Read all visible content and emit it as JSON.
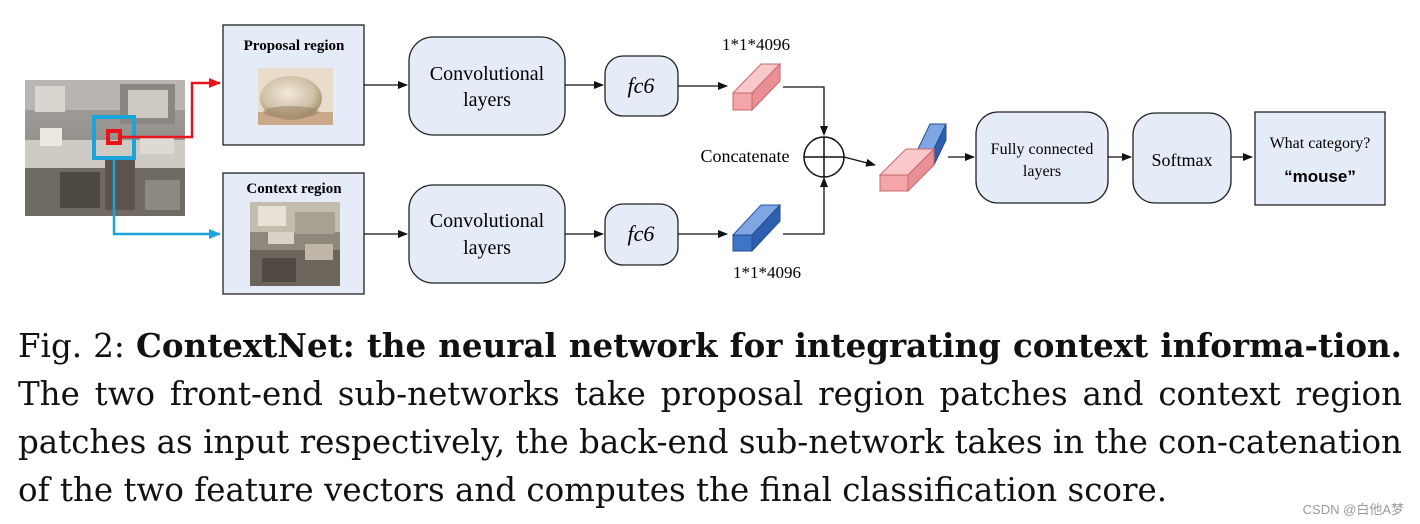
{
  "diagram": {
    "proposal_region": "Proposal region",
    "context_region": "Context region",
    "conv_top": [
      "Convolutional",
      "layers"
    ],
    "conv_bottom": [
      "Convolutional",
      "layers"
    ],
    "fc6_top": "fc6",
    "fc6_bottom": "fc6",
    "vector_top": "1*1*4096",
    "vector_bottom": "1*1*4096",
    "concatenate": "Concatenate",
    "fully_connected": [
      "Fully connected",
      "layers"
    ],
    "softmax": "Softmax",
    "output_question": "What category?",
    "output_answer": "“mouse”",
    "colors": {
      "box_fill": "#e6ecf7",
      "proposal_arrow": "#e8141b",
      "context_arrow": "#1ba3dc",
      "feature_red": "#f4a5a8",
      "feature_blue": "#3f74c7"
    }
  },
  "caption": {
    "figure_label": "Fig. 2:",
    "title": "ContextNet: the neural network for integrating context informa-tion.",
    "body": "The two front-end sub-networks take proposal region patches and context region patches as input respectively, the back-end sub-network takes in the con-catenation of the two feature vectors and computes the final classification score."
  },
  "watermark": "CSDN @白他A梦"
}
